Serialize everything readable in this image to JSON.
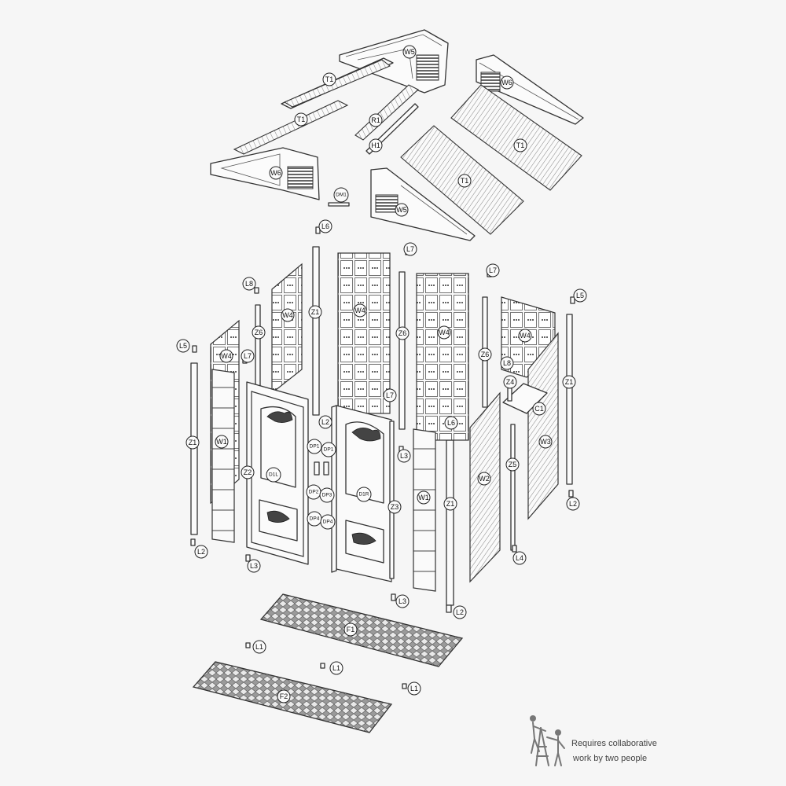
{
  "labels": {
    "W5_top": "W5",
    "W6_right": "W6",
    "T1_a": "T1",
    "T1_b": "T1",
    "T1_c": "T1",
    "T1_d": "T1",
    "R1": "R1",
    "H1": "H1",
    "W6_left": "W6",
    "W5_front": "W5",
    "DM1": "DM1",
    "L6_a": "L6",
    "L7_a": "L7",
    "L7_b": "L7",
    "L7_c": "L7",
    "L7_d": "L7",
    "L5_a": "L5",
    "L5_b": "L5",
    "L8_a": "L8",
    "L8_b": "L8",
    "W4_a": "W4",
    "W4_b": "W4",
    "W4_c": "W4",
    "W4_d": "W4",
    "W4_e": "W4",
    "Z1_a": "Z1",
    "Z1_b": "Z1",
    "Z1_c": "Z1",
    "Z1_d": "Z1",
    "Z6_a": "Z6",
    "Z6_b": "Z6",
    "Z6_c": "Z6",
    "Z4": "Z4",
    "C1": "C1",
    "Z5": "Z5",
    "W3": "W3",
    "W2": "W2",
    "W1_a": "W1",
    "W1_b": "W1",
    "Z2": "Z2",
    "Z3": "Z3",
    "D1L": "D1L",
    "D1R": "D1R",
    "DP1_a": "DP1",
    "DP1_b": "DP1",
    "DP2": "DP2",
    "DP3": "DP3",
    "DP4_a": "DP4",
    "DP4_b": "DP4",
    "L2_a": "L2",
    "L2_b": "L2",
    "L2_c": "L2",
    "L2_d": "L2",
    "L3_a": "L3",
    "L3_b": "L3",
    "L3_c": "L3",
    "L4": "L4",
    "L6_b": "L6",
    "F1": "F1",
    "F2": "F2",
    "L1_a": "L1",
    "L1_b": "L1",
    "L1_c": "L1"
  },
  "note": {
    "line1": "Requires collaborative",
    "line2": "work by two people",
    "icon": "two-people-ladder-icon"
  },
  "colors": {
    "background": "#f6f6f6",
    "line": "#333333"
  }
}
